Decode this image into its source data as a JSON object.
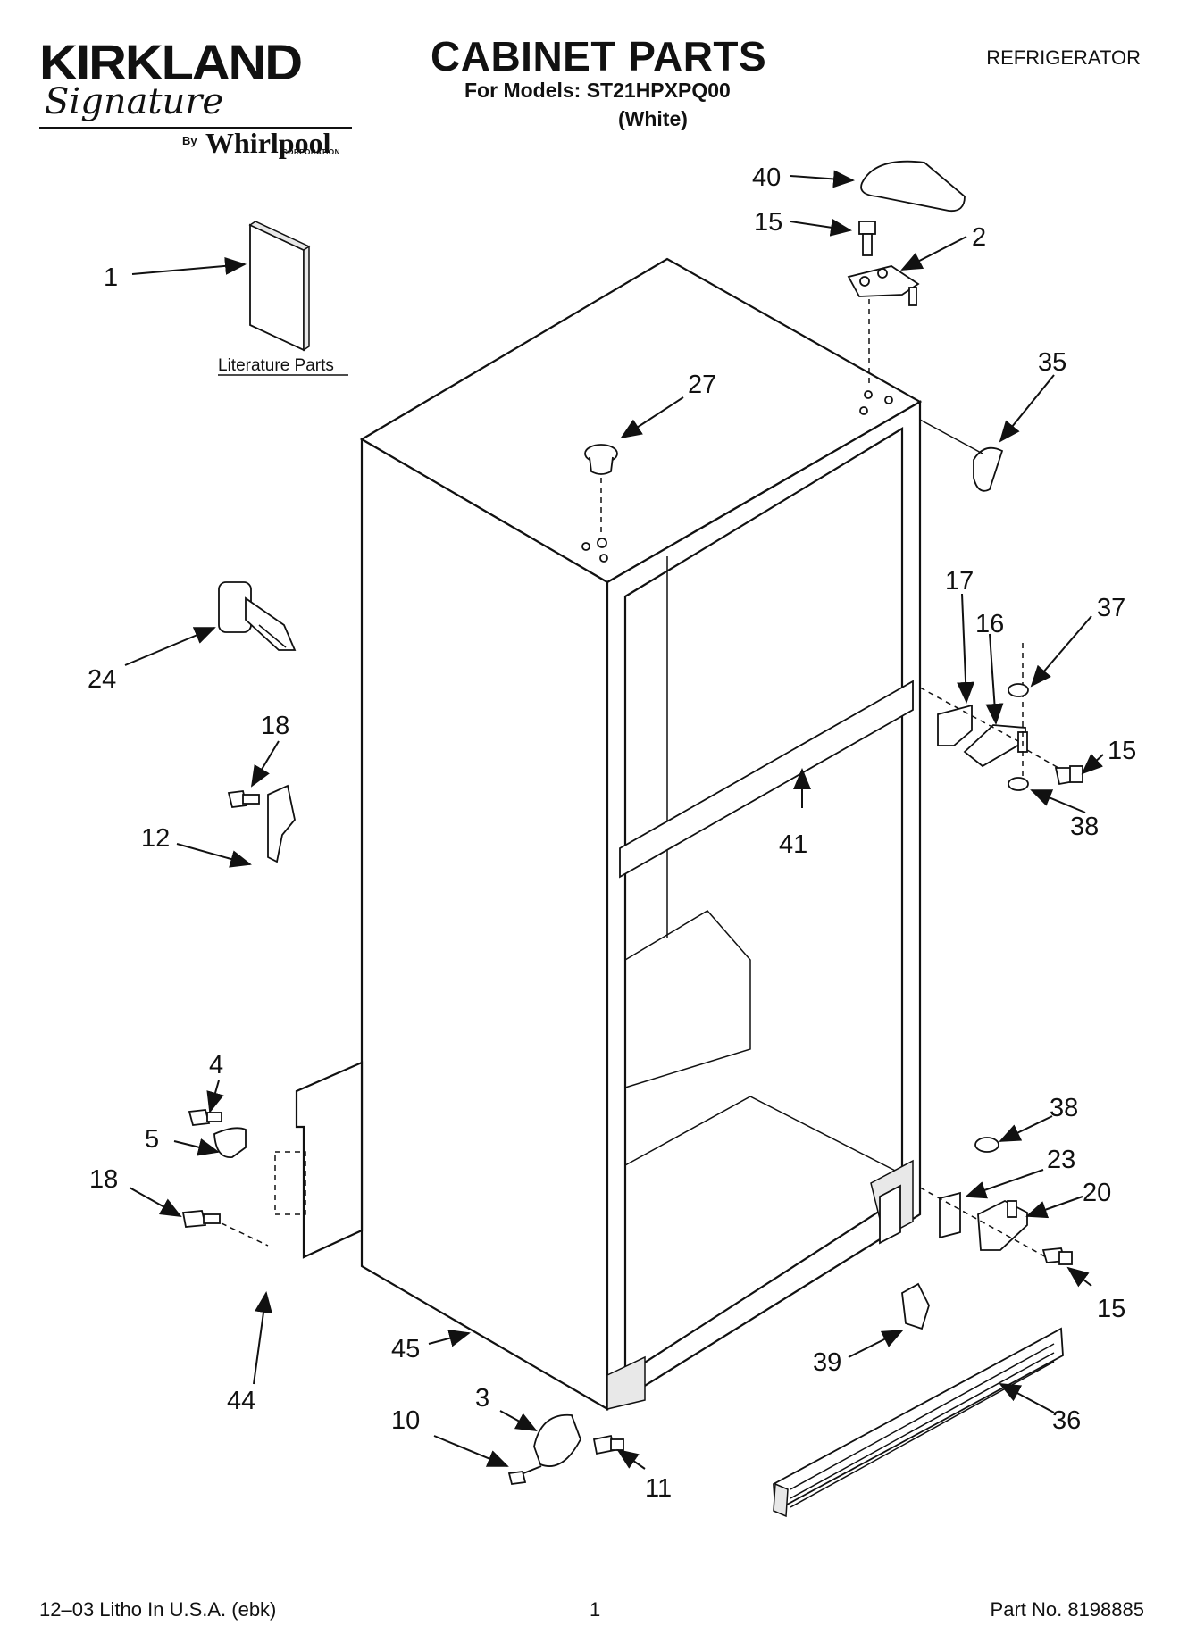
{
  "header": {
    "brand_name": "KIRKLAND",
    "brand_sub": "Signature",
    "brand_by": "By",
    "manufacturer": "Whirlpool",
    "manufacturer_corp": "CORPORATION",
    "title": "CABINET PARTS",
    "models": "For Models: ST21HPXPQ00",
    "color": "(White)",
    "product": "REFRIGERATOR"
  },
  "literature_label": "Literature Parts",
  "callouts": {
    "c40": "40",
    "c15a": "15",
    "c2": "2",
    "c1": "1",
    "c35": "35",
    "c27": "27",
    "c17": "17",
    "c16": "16",
    "c37": "37",
    "c15b": "15",
    "c38a": "38",
    "c24": "24",
    "c18a": "18",
    "c12": "12",
    "c41": "41",
    "c4": "4",
    "c5": "5",
    "c18b": "18",
    "c38b": "38",
    "c23": "23",
    "c20": "20",
    "c15c": "15",
    "c44": "44",
    "c45": "45",
    "c39": "39",
    "c36": "36",
    "c3": "3",
    "c10": "10",
    "c11": "11"
  },
  "footer": {
    "left": "12–03 Litho In U.S.A. (ebk)",
    "page": "1",
    "part_no": "Part No. 8198885"
  }
}
